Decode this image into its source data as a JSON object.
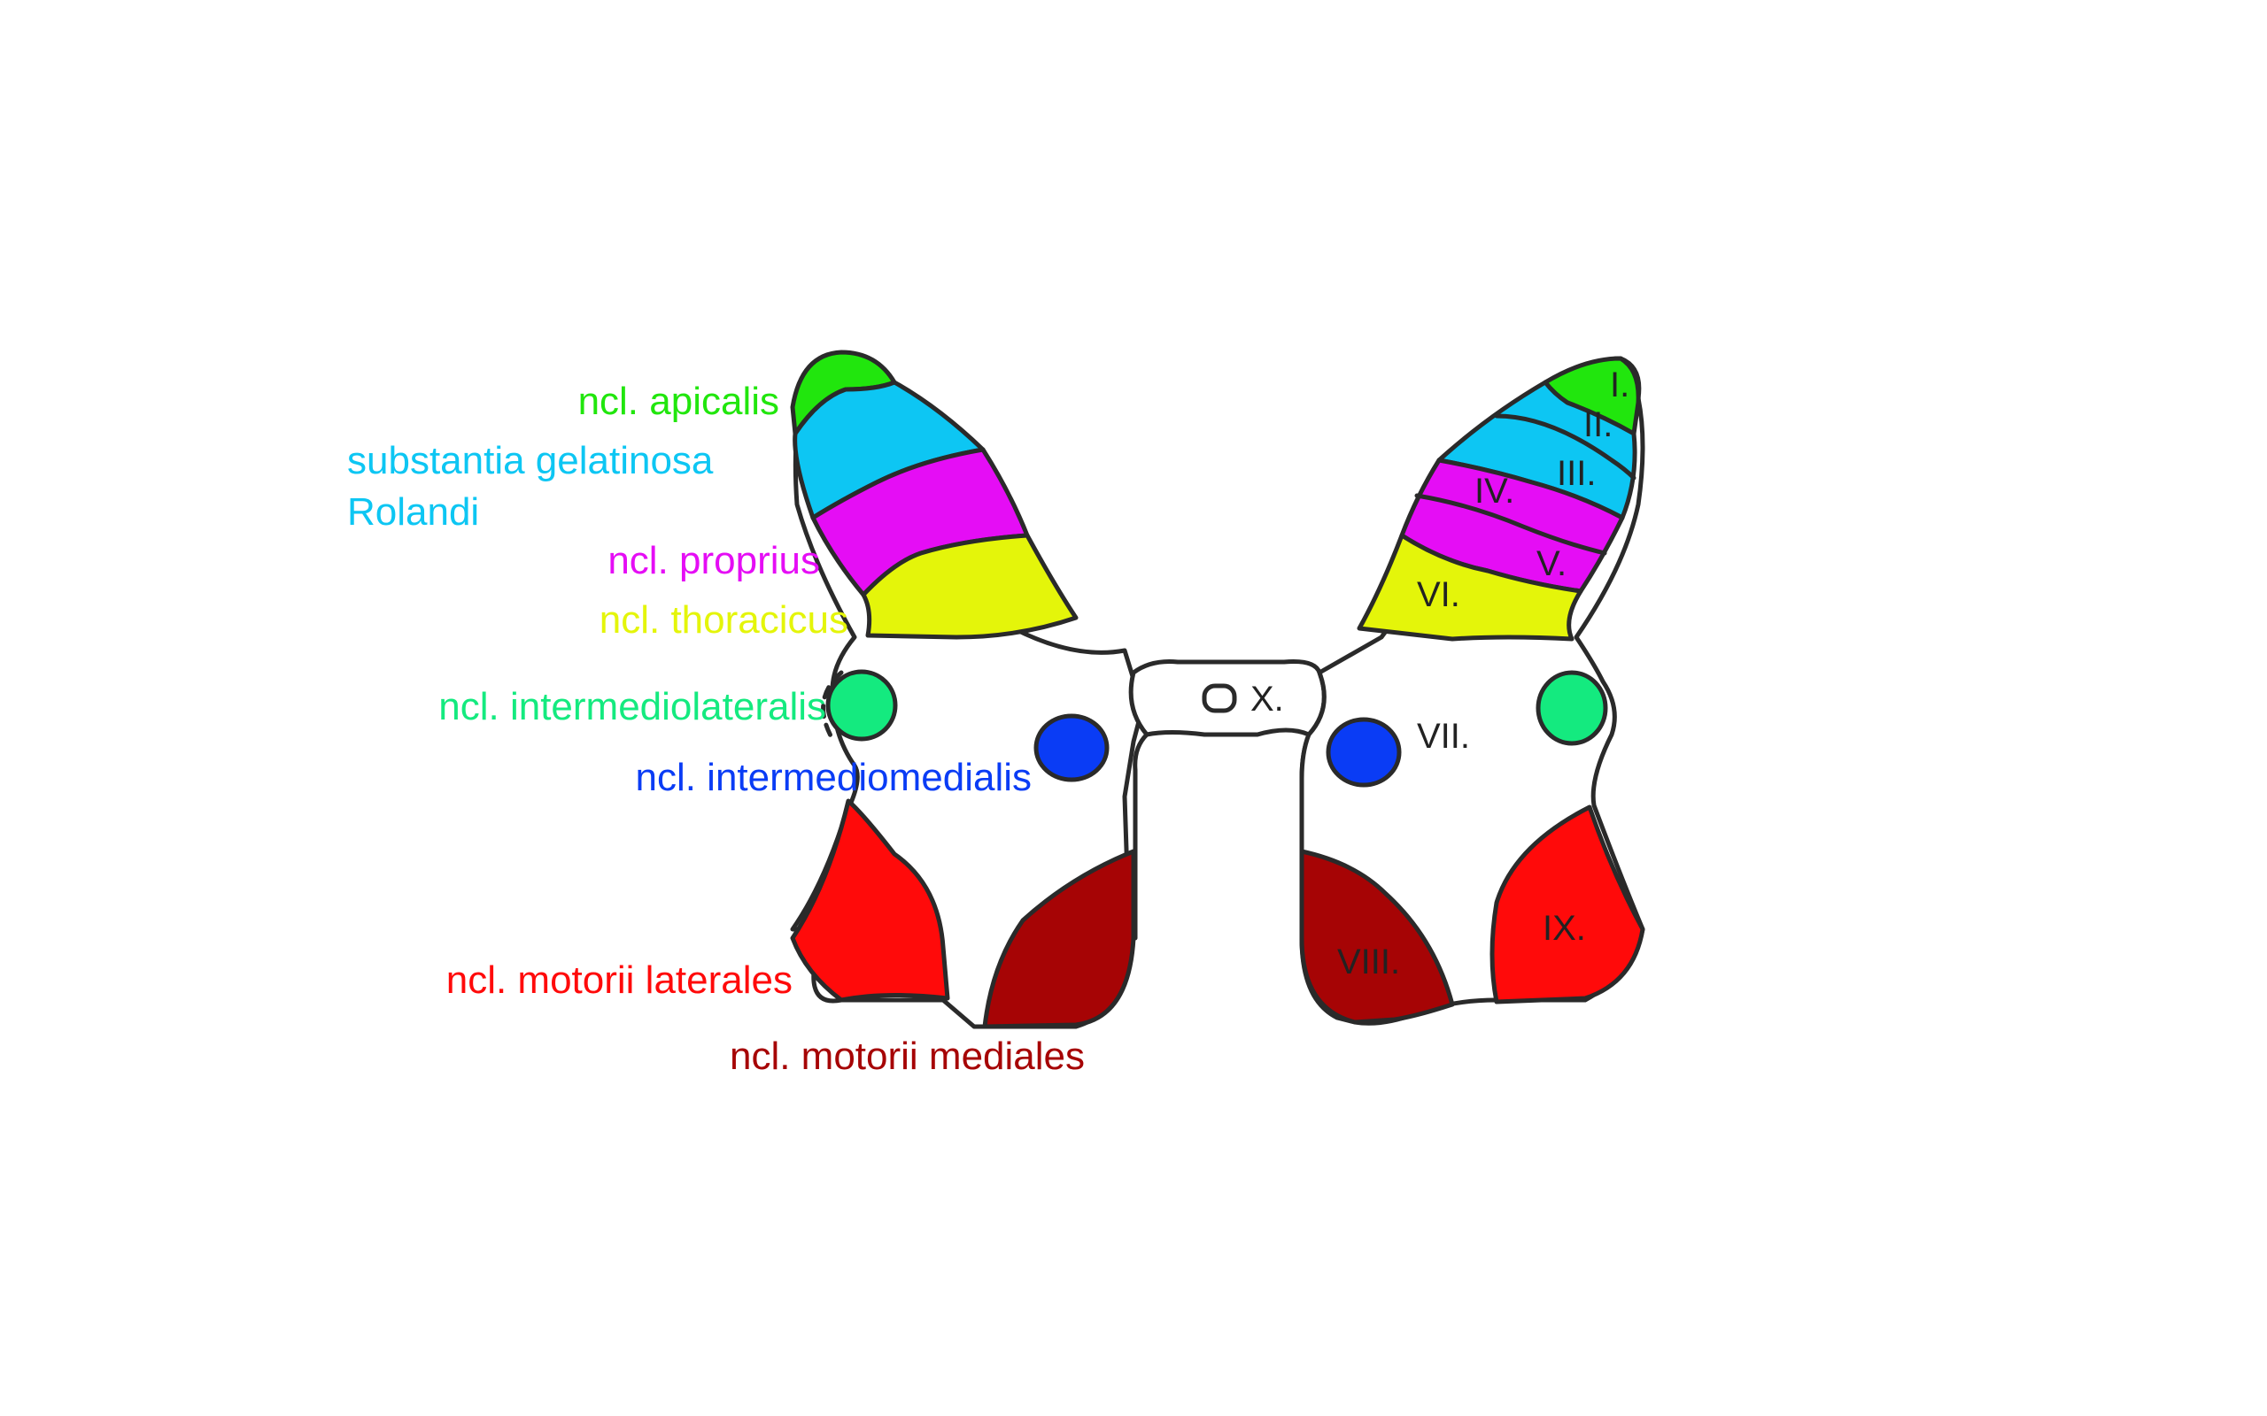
{
  "colors": {
    "apicalis": "#21e60d",
    "gelatinosa": "#0dc6f3",
    "proprius": "#e50df5",
    "thoracicus": "#e4f50a",
    "intermediolateralis": "#14ea7f",
    "intermediomedialis": "#0a3cf5",
    "motorii_laterales": "#ff0a0a",
    "motorii_mediales": "#a60405"
  },
  "labels": {
    "apicalis": "ncl. apicalis",
    "gelatinosa_line1": "substantia gelatinosa",
    "gelatinosa_line2": "Rolandi",
    "proprius": "ncl. proprius",
    "thoracicus": "ncl. thoracicus",
    "intermediolateralis": "ncl. intermediolateralis",
    "intermediomedialis": "ncl. intermediomedialis",
    "motorii_laterales": "ncl. motorii laterales",
    "motorii_mediales": "ncl. motorii mediales"
  },
  "laminae": {
    "I": "I.",
    "II": "II.",
    "III": "III.",
    "IV": "IV.",
    "V": "V.",
    "VI": "VI.",
    "VII": "VII.",
    "VIII": "VIII.",
    "IX": "IX.",
    "X": "X."
  }
}
